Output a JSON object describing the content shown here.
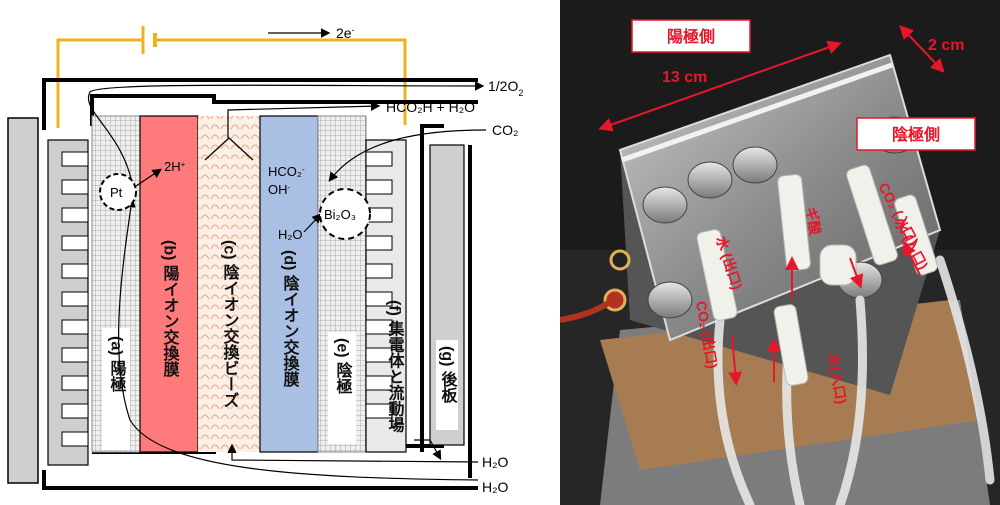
{
  "diagram": {
    "electron_label": "2e",
    "electron_sup": "-",
    "o2_label": "1/2O",
    "o2_sub": "2",
    "product_label": "HCO₂H + H₂O",
    "co2_in_label": "CO₂",
    "water_out1": "H₂O",
    "water_out2": "H₂O",
    "proton_label": "2H",
    "proton_sup": "+",
    "pt_label": "Pt",
    "bi_label": "Bi₂O₃",
    "formate_label": "HCO₂",
    "formate_sup": "-",
    "oh_label": "OH",
    "oh_sup": "-",
    "water_label": "H₂O",
    "layers": {
      "a": "(a) 陽極",
      "b": "(b) 陽イオン交換膜",
      "c": "(c) 陰イオン交換ビーズ",
      "d": "(d) 陰イオン交換膜",
      "e": "(e) 陰極",
      "f": "(f) 集電体と流動場",
      "g": "(g) 後板"
    },
    "colors": {
      "wire": "#f0b21a",
      "cation_membrane": "#ff7b7b",
      "anion_membrane": "#a9bfe3",
      "bead_zone": "#fbe9dc",
      "bead_stroke": "#e9a684",
      "electrode_mesh": "#c8c8c8",
      "plate": "#cfcfcf"
    }
  },
  "photo": {
    "anode_side": "陽極側",
    "cathode_side": "陰極側",
    "width_label": "13 cm",
    "depth_label": "2 cm",
    "tube_formic": "ギ酸",
    "tube_co2_in": "CO₂ (入口)",
    "tube_water_in": "水 (入口)",
    "tube_water_out": "水 (出口)",
    "tube_co2_out": "CO₂ (出口)",
    "tube_water_in2": "水(入口)",
    "colors": {
      "label_red": "#e8162b",
      "background": "#262626",
      "plate": "#9a9a9a"
    }
  }
}
